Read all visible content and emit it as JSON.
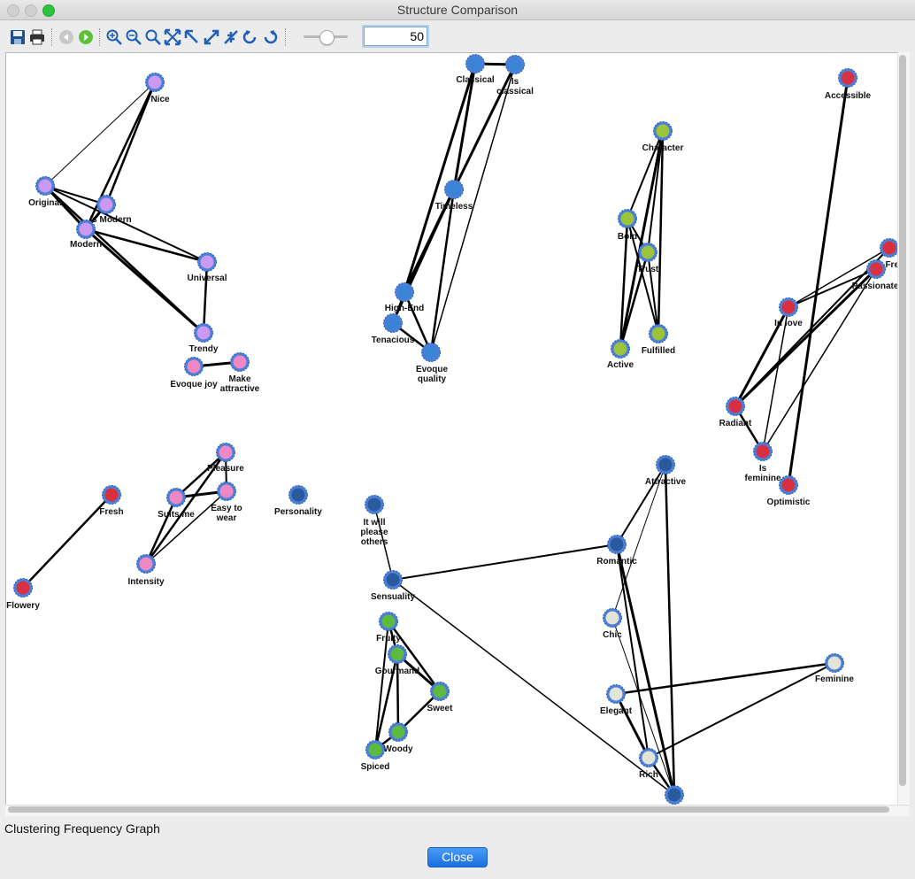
{
  "window": {
    "title": "Structure Comparison"
  },
  "toolbar": {
    "buttons": [
      {
        "id": "save",
        "icon": "save-icon"
      },
      {
        "id": "print",
        "icon": "print-icon"
      },
      {
        "id": "back",
        "icon": "back-arrow-icon"
      },
      {
        "id": "forward",
        "icon": "forward-arrow-icon"
      },
      {
        "id": "zoom-in",
        "icon": "zoom-in-icon"
      },
      {
        "id": "zoom-out",
        "icon": "zoom-out-icon"
      },
      {
        "id": "zoom-reset",
        "icon": "zoom-icon"
      },
      {
        "id": "fit",
        "icon": "fit-to-window-icon"
      },
      {
        "id": "top-left",
        "icon": "move-top-left-icon"
      },
      {
        "id": "expand",
        "icon": "expand-icon"
      },
      {
        "id": "collapse",
        "icon": "collapse-icon"
      },
      {
        "id": "rotate-left",
        "icon": "rotate-left-icon"
      },
      {
        "id": "rotate-right",
        "icon": "rotate-right-icon"
      }
    ],
    "zoom_value": "50"
  },
  "colors": {
    "lavender": "#c99af0",
    "pink": "#ee88c4",
    "blue": "#3a84d6",
    "olive": "#9cc43a",
    "red": "#d83040",
    "navy": "#2a5a9e",
    "green": "#5cba3e",
    "cream": "#e2e4d6",
    "ring": "#4b7fd8",
    "edge": "#000000"
  },
  "graph": {
    "nodes": [
      {
        "id": "nice",
        "label": "Nice",
        "color": "lavender"
      },
      {
        "id": "original",
        "label": "Original",
        "color": "lavender"
      },
      {
        "id": "ismodern",
        "label": "Is Modern",
        "color": "lavender"
      },
      {
        "id": "modern",
        "label": "Modern",
        "color": "lavender"
      },
      {
        "id": "universal",
        "label": "Universal",
        "color": "lavender"
      },
      {
        "id": "trendy",
        "label": "Trendy",
        "color": "lavender"
      },
      {
        "id": "evoquejoy",
        "label": "Evoque joy",
        "color": "pink"
      },
      {
        "id": "makeattractive",
        "label": "Make attractive",
        "color": "pink"
      },
      {
        "id": "classical",
        "label": "Classical",
        "color": "blue"
      },
      {
        "id": "isclassical",
        "label": "Is classical",
        "color": "blue"
      },
      {
        "id": "timeless",
        "label": "Timeless",
        "color": "blue"
      },
      {
        "id": "highend",
        "label": "High-End",
        "color": "blue"
      },
      {
        "id": "tenacious",
        "label": "Tenacious",
        "color": "blue"
      },
      {
        "id": "evoquequality",
        "label": "Evoque quality",
        "color": "blue"
      },
      {
        "id": "character",
        "label": "Character",
        "color": "olive"
      },
      {
        "id": "bold",
        "label": "Bold",
        "color": "olive"
      },
      {
        "id": "trust",
        "label": "Trust",
        "color": "olive"
      },
      {
        "id": "active",
        "label": "Active",
        "color": "olive"
      },
      {
        "id": "fulfilled",
        "label": "Fulfilled",
        "color": "olive"
      },
      {
        "id": "accessible",
        "label": "Accessible",
        "color": "red"
      },
      {
        "id": "fresh2",
        "label": "Fres",
        "color": "red"
      },
      {
        "id": "passionate",
        "label": "Passionate",
        "color": "red"
      },
      {
        "id": "inlove",
        "label": "In love",
        "color": "red"
      },
      {
        "id": "radiant",
        "label": "Radiant",
        "color": "red"
      },
      {
        "id": "isfeminine",
        "label": "Is feminine",
        "color": "red"
      },
      {
        "id": "optimistic",
        "label": "Optimistic",
        "color": "red"
      },
      {
        "id": "pleasure",
        "label": "Pleasure",
        "color": "pink"
      },
      {
        "id": "suitsme",
        "label": "Suits me",
        "color": "pink"
      },
      {
        "id": "easytowear",
        "label": "Easy to wear",
        "color": "pink"
      },
      {
        "id": "intensity",
        "label": "Intensity",
        "color": "pink"
      },
      {
        "id": "fresh",
        "label": "Fresh",
        "color": "red"
      },
      {
        "id": "flowery",
        "label": "Flowery",
        "color": "red"
      },
      {
        "id": "personality",
        "label": "Personality",
        "color": "navy"
      },
      {
        "id": "pleaseothers",
        "label": "It will please others",
        "color": "navy"
      },
      {
        "id": "sensuality",
        "label": "Sensuality",
        "color": "navy"
      },
      {
        "id": "attractive",
        "label": "Attractive",
        "color": "navy"
      },
      {
        "id": "romantic",
        "label": "Romantic",
        "color": "navy"
      },
      {
        "id": "chic",
        "label": "Chic",
        "color": "cream"
      },
      {
        "id": "elegant",
        "label": "Elegant",
        "color": "cream"
      },
      {
        "id": "rich",
        "label": "Rich",
        "color": "cream"
      },
      {
        "id": "feminine",
        "label": "Feminine",
        "color": "cream"
      },
      {
        "id": "bottomnode",
        "label": "",
        "color": "navy"
      },
      {
        "id": "fruity",
        "label": "Fruity",
        "color": "green"
      },
      {
        "id": "gourmand",
        "label": "Gourmand",
        "color": "green"
      },
      {
        "id": "sweet",
        "label": "Sweet",
        "color": "green"
      },
      {
        "id": "woody",
        "label": "Woody",
        "color": "green"
      },
      {
        "id": "spiced",
        "label": "Spiced",
        "color": "green"
      }
    ],
    "edges": [
      [
        "nice",
        "original",
        1
      ],
      [
        "nice",
        "ismodern",
        2.5
      ],
      [
        "nice",
        "modern",
        2.5
      ],
      [
        "original",
        "ismodern",
        2
      ],
      [
        "original",
        "modern",
        3
      ],
      [
        "original",
        "universal",
        2
      ],
      [
        "original",
        "trendy",
        2.5
      ],
      [
        "ismodern",
        "modern",
        3
      ],
      [
        "modern",
        "universal",
        2.5
      ],
      [
        "modern",
        "trendy",
        3
      ],
      [
        "universal",
        "trendy",
        2.5
      ],
      [
        "evoquejoy",
        "makeattractive",
        3
      ],
      [
        "classical",
        "isclassical",
        3
      ],
      [
        "classical",
        "timeless",
        3
      ],
      [
        "classical",
        "highend",
        3
      ],
      [
        "isclassical",
        "timeless",
        3
      ],
      [
        "isclassical",
        "highend",
        2
      ],
      [
        "isclassical",
        "evoquequality",
        1.5
      ],
      [
        "timeless",
        "highend",
        3.5
      ],
      [
        "timeless",
        "tenacious",
        2
      ],
      [
        "timeless",
        "evoquequality",
        2.5
      ],
      [
        "highend",
        "tenacious",
        2
      ],
      [
        "highend",
        "evoquequality",
        2.5
      ],
      [
        "tenacious",
        "evoquequality",
        2.5
      ],
      [
        "character",
        "bold",
        2
      ],
      [
        "character",
        "trust",
        2
      ],
      [
        "character",
        "active",
        3
      ],
      [
        "character",
        "fulfilled",
        2.5
      ],
      [
        "bold",
        "trust",
        2
      ],
      [
        "bold",
        "active",
        2.5
      ],
      [
        "bold",
        "fulfilled",
        2
      ],
      [
        "trust",
        "active",
        2.5
      ],
      [
        "trust",
        "fulfilled",
        2
      ],
      [
        "accessible",
        "optimistic",
        3
      ],
      [
        "fresh2",
        "inlove",
        1.5
      ],
      [
        "fresh2",
        "radiant",
        2
      ],
      [
        "passionate",
        "inlove",
        2
      ],
      [
        "passionate",
        "radiant",
        3
      ],
      [
        "passionate",
        "isfeminine",
        1.5
      ],
      [
        "inlove",
        "radiant",
        3
      ],
      [
        "inlove",
        "isfeminine",
        1.5
      ],
      [
        "radiant",
        "isfeminine",
        2.5
      ],
      [
        "pleasure",
        "suitsme",
        2.5
      ],
      [
        "pleasure",
        "easytowear",
        2
      ],
      [
        "pleasure",
        "intensity",
        2.5
      ],
      [
        "suitsme",
        "easytowear",
        3
      ],
      [
        "suitsme",
        "intensity",
        2.5
      ],
      [
        "easytowear",
        "intensity",
        1.5
      ],
      [
        "fresh",
        "flowery",
        2.5
      ],
      [
        "pleaseothers",
        "sensuality",
        1.5
      ],
      [
        "sensuality",
        "romantic",
        2
      ],
      [
        "sensuality",
        "bottomnode",
        1.5
      ],
      [
        "attractive",
        "romantic",
        2
      ],
      [
        "attractive",
        "chic",
        1
      ],
      [
        "attractive",
        "bottomnode",
        2.5
      ],
      [
        "romantic",
        "rich",
        2
      ],
      [
        "romantic",
        "bottomnode",
        3
      ],
      [
        "chic",
        "bottomnode",
        1
      ],
      [
        "elegant",
        "feminine",
        2.5
      ],
      [
        "elegant",
        "rich",
        3
      ],
      [
        "rich",
        "feminine",
        2
      ],
      [
        "rich",
        "bottomnode",
        2.5
      ],
      [
        "fruity",
        "gourmand",
        2.5
      ],
      [
        "fruity",
        "sweet",
        2.5
      ],
      [
        "fruity",
        "spiced",
        2
      ],
      [
        "gourmand",
        "sweet",
        3
      ],
      [
        "gourmand",
        "woody",
        2.5
      ],
      [
        "gourmand",
        "spiced",
        2.5
      ],
      [
        "sweet",
        "woody",
        2.5
      ],
      [
        "woody",
        "spiced",
        2.5
      ]
    ]
  },
  "status_text": "Clustering Frequency Graph",
  "footer": {
    "close_label": "Close"
  }
}
